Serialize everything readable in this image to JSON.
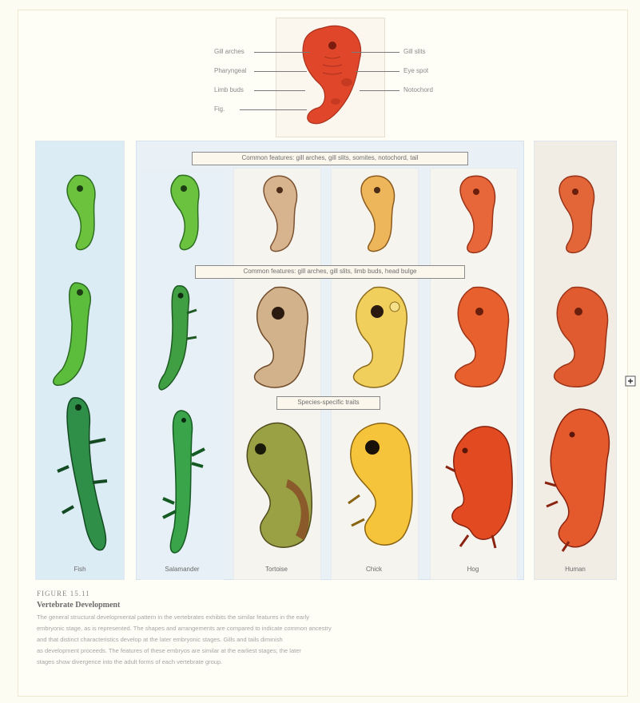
{
  "top_labels_left": [
    "Gill arches",
    "Pharyngeal",
    "Limb buds",
    "Fig."
  ],
  "top_labels_right": [
    "Gill slits",
    "Eye spot",
    "Notochord"
  ],
  "banners": {
    "row1": "Common features: gill arches, gill slits, somites, notochord, tail",
    "row2": "Common features: gill arches, gill slits, limb buds, head bulge",
    "row3": "Species-specific traits"
  },
  "columns": [
    "Fish",
    "Salamander",
    "Tortoise",
    "Chick",
    "Hog",
    "Human"
  ],
  "figure": {
    "number": "FIGURE 15.11",
    "title": "Vertebrate Development",
    "lines": [
      "The general structural developmental pattern in the vertebrates exhibits the similar features in the early",
      "embryonic stage, as is represented. The shapes and arrangements are compared to indicate common ancestry",
      "and that distinct characteristics develop at the later embryonic stages. Gills and tails diminish",
      "as development proceeds. The features of these embryos are similar at the earliest stages; the later",
      "stages show divergence into the adult forms of each vertebrate group."
    ]
  },
  "colors": {
    "fish": "#4aa23a",
    "salamander": "#3f9a3c",
    "tortoise": "#b98a5a",
    "chick": "#e0a43a",
    "hog": "#e0552a",
    "human": "#d9582e"
  }
}
